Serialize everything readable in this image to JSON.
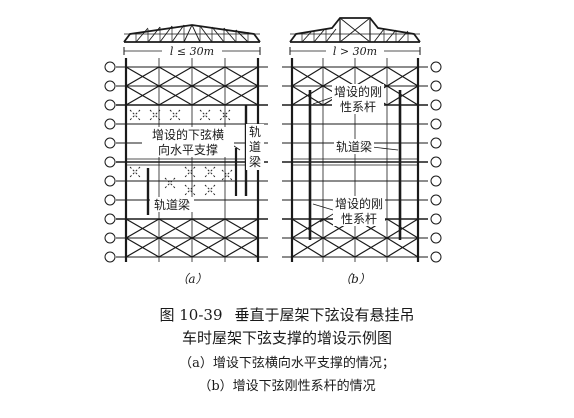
{
  "diagram": {
    "panel_a": {
      "span_label": "l ≤ 30m",
      "label_lower_brace_1": "增设的下弦横",
      "label_lower_brace_2": "向水平支撑",
      "label_rail_beam_vertical": [
        "轨",
        "道",
        "梁"
      ],
      "label_rail_beam": "轨道梁",
      "sub_label": "（a）"
    },
    "panel_b": {
      "span_label": "l > 30m",
      "label_rigid_top_1": "增设的刚",
      "label_rigid_top_2": "性系杆",
      "label_rail_beam": "轨道梁",
      "label_rigid_bottom_1": "增设的刚",
      "label_rigid_bottom_2": "性系杆",
      "sub_label": "（b）"
    }
  },
  "caption": {
    "figure_number": "图 10-39",
    "title_line1": "垂直于屋架下弦设有悬挂吊",
    "title_line2": "车时屋架下弦支撑的增设示例图",
    "item_a": "（a）增设下弦横向水平支撑的情况；",
    "item_b": "（b）增设下弦刚性系杆的情况"
  }
}
